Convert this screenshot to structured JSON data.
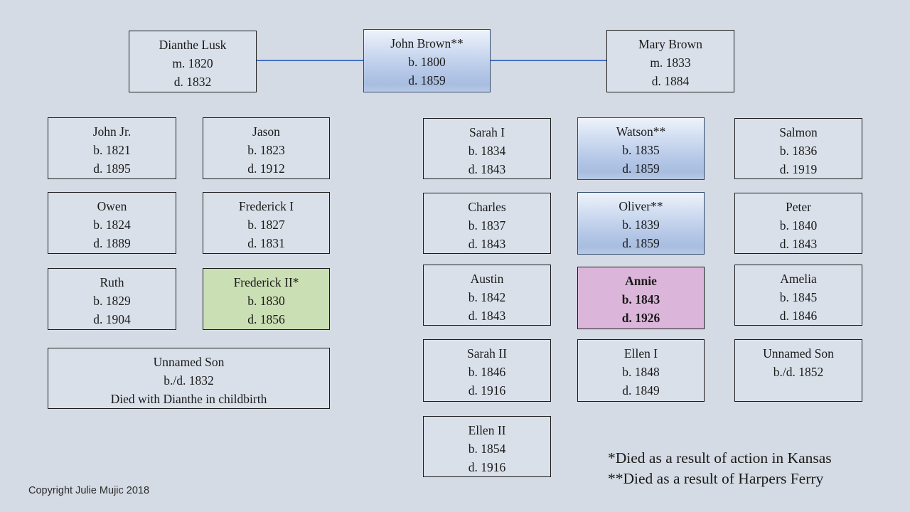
{
  "people": {
    "dianthe_lusk": {
      "name": "Dianthe Lusk",
      "line2": "m. 1820",
      "line3": "d. 1832"
    },
    "john_brown": {
      "name": "John Brown**",
      "line2": "b. 1800",
      "line3": "d. 1859"
    },
    "mary_brown": {
      "name": "Mary Brown",
      "line2": "m. 1833",
      "line3": "d. 1884"
    },
    "john_jr": {
      "name": "John Jr.",
      "line2": "b. 1821",
      "line3": "d. 1895"
    },
    "jason": {
      "name": "Jason",
      "line2": "b. 1823",
      "line3": "d. 1912"
    },
    "owen": {
      "name": "Owen",
      "line2": "b. 1824",
      "line3": "d. 1889"
    },
    "frederick_i": {
      "name": "Frederick I",
      "line2": "b. 1827",
      "line3": "d. 1831"
    },
    "ruth": {
      "name": "Ruth",
      "line2": "b. 1829",
      "line3": "d. 1904"
    },
    "frederick_ii": {
      "name": "Frederick II*",
      "line2": "b. 1830",
      "line3": "d. 1856"
    },
    "unnamed_son_1832": {
      "name": "Unnamed Son",
      "line2": "b./d. 1832",
      "line3": "Died with Dianthe in childbirth"
    },
    "sarah_i": {
      "name": "Sarah I",
      "line2": "b. 1834",
      "line3": "d. 1843"
    },
    "charles": {
      "name": "Charles",
      "line2": "b. 1837",
      "line3": "d. 1843"
    },
    "austin": {
      "name": "Austin",
      "line2": "b. 1842",
      "line3": "d. 1843"
    },
    "sarah_ii": {
      "name": "Sarah II",
      "line2": "b. 1846",
      "line3": "d. 1916"
    },
    "ellen_ii": {
      "name": "Ellen II",
      "line2": "b. 1854",
      "line3": "d. 1916"
    },
    "watson": {
      "name": "Watson**",
      "line2": "b. 1835",
      "line3": "d. 1859"
    },
    "oliver": {
      "name": "Oliver**",
      "line2": "b. 1839",
      "line3": "d. 1859"
    },
    "annie": {
      "name": "Annie",
      "line2": "b. 1843",
      "line3": "d. 1926"
    },
    "ellen_i": {
      "name": "Ellen I",
      "line2": "b. 1848",
      "line3": "d. 1849"
    },
    "salmon": {
      "name": "Salmon",
      "line2": "b. 1836",
      "line3": "d. 1919"
    },
    "peter": {
      "name": "Peter",
      "line2": "b. 1840",
      "line3": "d. 1843"
    },
    "amelia": {
      "name": "Amelia",
      "line2": "b. 1845",
      "line3": "d. 1846"
    },
    "unnamed_son_1852": {
      "name": "Unnamed Son",
      "line2": "b./d. 1852"
    }
  },
  "footnotes": {
    "kansas": "*Died as a result of  action in Kansas",
    "harpers_ferry": "**Died as a result of  Harpers Ferry"
  },
  "copyright": "Copyright Julie Mujic 2018",
  "colors": {
    "background": "#d5dbe4",
    "box_fill": "#dae0e9",
    "box_border": "#1c1c1c",
    "highlight_blue_top": "#eef3fb",
    "highlight_blue_bottom": "#a8bde0",
    "highlight_green": "#cbdfb4",
    "highlight_pink": "#dcb6da",
    "connector_blue": "#4472c4"
  }
}
